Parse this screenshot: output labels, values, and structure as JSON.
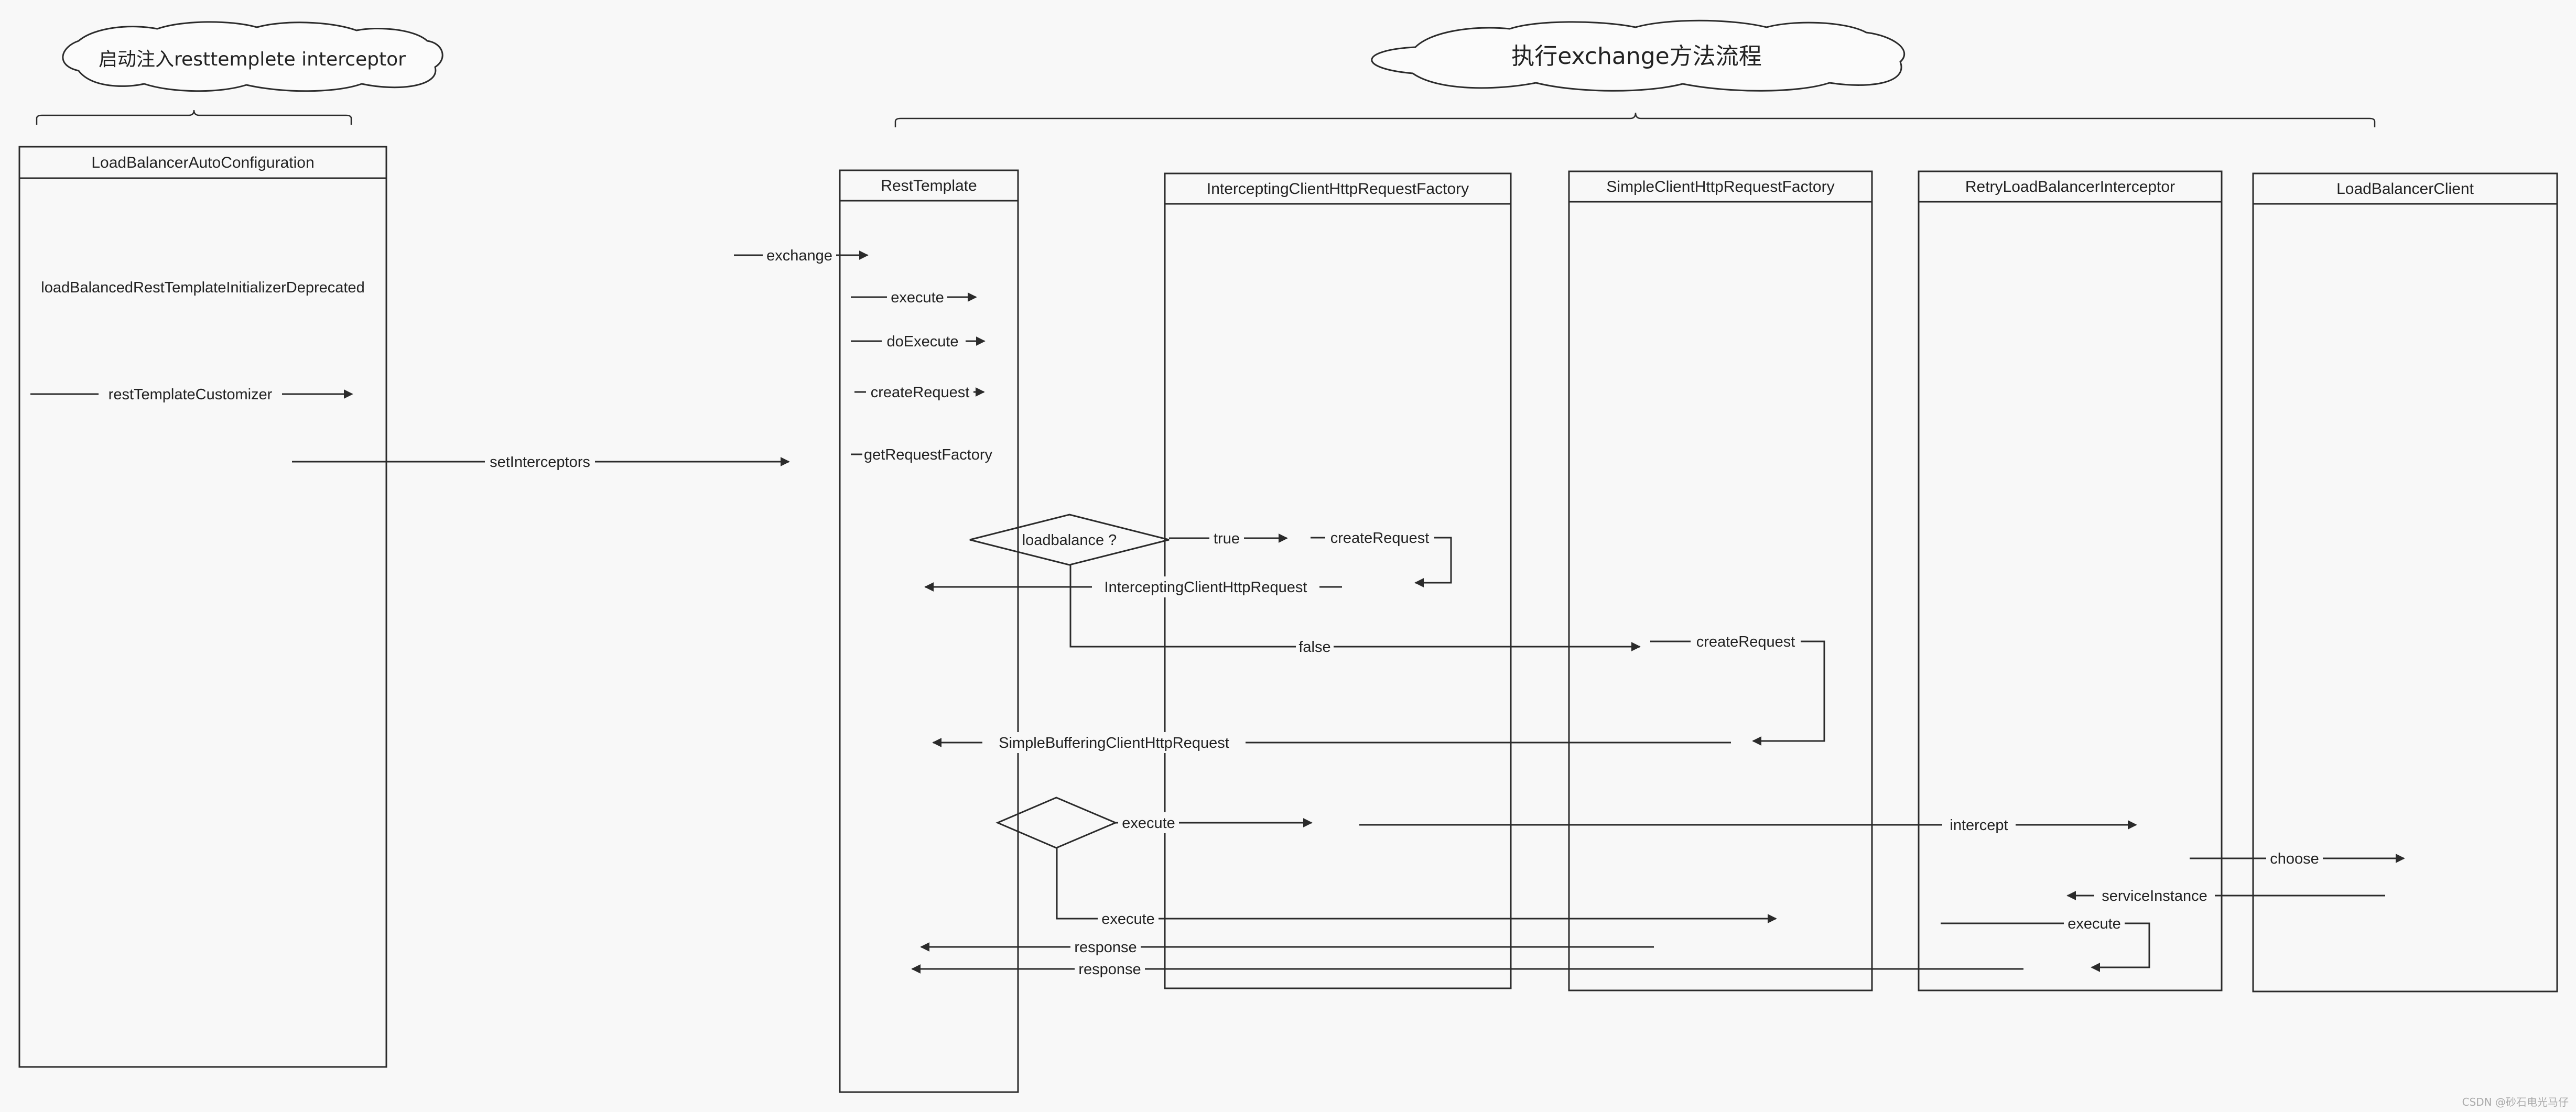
{
  "clouds": {
    "startup": "启动注入resttemplete interceptor",
    "exchange_flow": "执行exchange方法流程"
  },
  "lifelines": {
    "load_balancer_auto_configuration": "LoadBalancerAutoConfiguration",
    "rest_template": "RestTemplate",
    "intercepting_factory": "InterceptingClientHttpRequestFactory",
    "simple_factory": "SimpleClientHttpRequestFactory",
    "retry_interceptor": "RetryLoadBalancerInterceptor",
    "load_balancer_client": "LoadBalancerClient"
  },
  "messages": {
    "initializer_deprecated": "loadBalancedRestTemplateInitializerDeprecated",
    "rest_template_customizer": "restTemplateCustomizer",
    "set_interceptors": "setInterceptors",
    "exchange": "exchange",
    "execute_1": "execute",
    "do_execute": "doExecute",
    "create_request_1": "createRequest",
    "get_request_factory": "getRequestFactory",
    "true_branch": "true",
    "create_request_2": "createRequest",
    "intercepting_request": "InterceptingClientHttpRequest",
    "false_branch": "false",
    "create_request_3": "createRequest",
    "simple_buffering_request": "SimpleBufferingClientHttpRequest",
    "execute_2": "execute",
    "intercept": "intercept",
    "choose": "choose",
    "service_instance": "serviceInstance",
    "execute_3": "execute",
    "execute_4": "execute",
    "response_1": "response",
    "response_2": "response"
  },
  "decisions": {
    "loadbalance": "loadbalance ?"
  },
  "watermark": "CSDN @砂石电光马仔"
}
